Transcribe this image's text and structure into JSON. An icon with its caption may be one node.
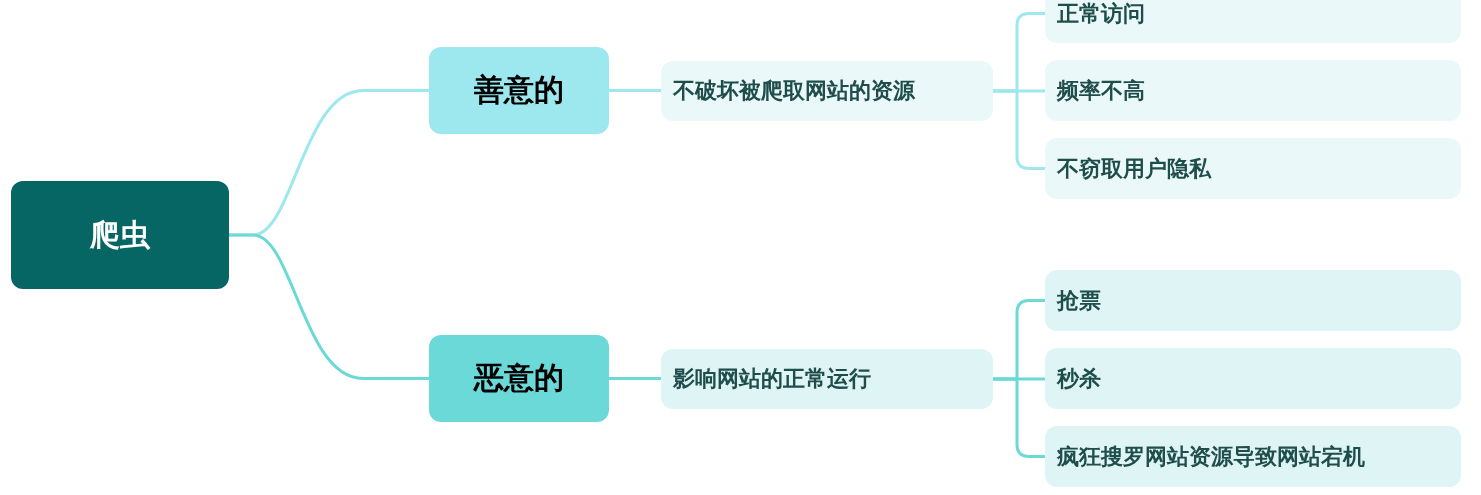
{
  "diagram": {
    "nodes": [
      {
        "text": [
          "爬虫"
        ]
      },
      {
        "text": [
          "善意的"
        ]
      },
      {
        "text": [
          "不破坏被爬取网站的资源"
        ]
      },
      {
        "text": [
          "正常访问"
        ]
      },
      {
        "text": [
          "频率不高"
        ]
      },
      {
        "text": [
          "不窃取用户隐私"
        ]
      },
      {
        "text": [
          "恶意的"
        ]
      },
      {
        "text": [
          "影响网站的正常运行"
        ]
      },
      {
        "text": [
          "抢票"
        ]
      },
      {
        "text": [
          "秒杀"
        ]
      },
      {
        "text": [
          "疯狂搜罗网站资源导致网站宕机"
        ]
      }
    ],
    "edges": [
      {
        "from": 0,
        "to": 1,
        "arrow": "none",
        "color": "#9de8ef"
      },
      {
        "from": 1,
        "to": 2,
        "arrow": "none",
        "color": "#9de8ef"
      },
      {
        "from": 2,
        "to": 3,
        "arrow": "none",
        "color": "#9de8ef"
      },
      {
        "from": 2,
        "to": 4,
        "arrow": "none",
        "color": "#9de8ef"
      },
      {
        "from": 2,
        "to": 5,
        "arrow": "none",
        "color": "#9de8ef"
      },
      {
        "from": 0,
        "to": 6,
        "arrow": "none",
        "color": "#6bd9d8"
      },
      {
        "from": 6,
        "to": 7,
        "arrow": "none",
        "color": "#6bd9d8"
      },
      {
        "from": 7,
        "to": 8,
        "arrow": "none",
        "color": "#6bd9d8"
      },
      {
        "from": 7,
        "to": 9,
        "arrow": "none",
        "color": "#6bd9d8"
      },
      {
        "from": 7,
        "to": 10,
        "arrow": "none",
        "color": "#6bd9d8"
      }
    ]
  }
}
